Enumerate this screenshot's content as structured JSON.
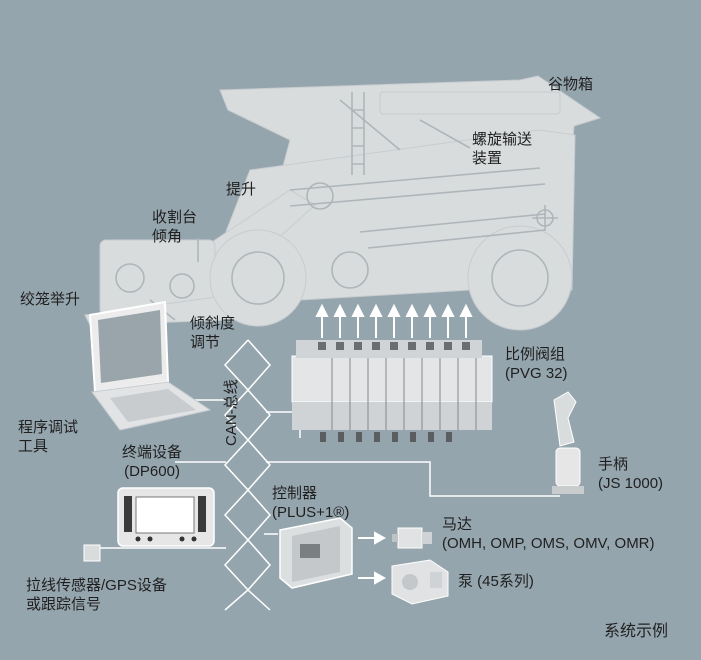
{
  "labels": {
    "grain_tank": "谷物箱",
    "auger": [
      "螺旋输送",
      "装置"
    ],
    "elevator": "提升",
    "header_tilt": [
      "收割台",
      "倾角"
    ],
    "reel_lift": "绞笼举升",
    "slope_adjust": [
      "倾斜度",
      "调节"
    ],
    "valve_group": [
      "比例阀组",
      "(PVG 32)"
    ],
    "service_tool": [
      "程序调试",
      "工具"
    ],
    "terminal": [
      "终端设备",
      "(DP600)"
    ],
    "can_bus": "CAN-总线",
    "joystick": [
      "手柄",
      "(JS 1000)"
    ],
    "controller": [
      "控制器",
      "(PLUS+1®)"
    ],
    "motor": [
      "马达",
      "(OMH, OMP, OMS, OMV, OMR)"
    ],
    "pump": "泵 (45系列)",
    "sensor": [
      "拉线传感器/GPS设备",
      "或跟踪信号"
    ],
    "system_example": "系统示例"
  },
  "colors": {
    "background": "#95a5ae",
    "machine": "#d9dcdd",
    "bus": "#ffffff",
    "text": "#1f1f1f"
  }
}
